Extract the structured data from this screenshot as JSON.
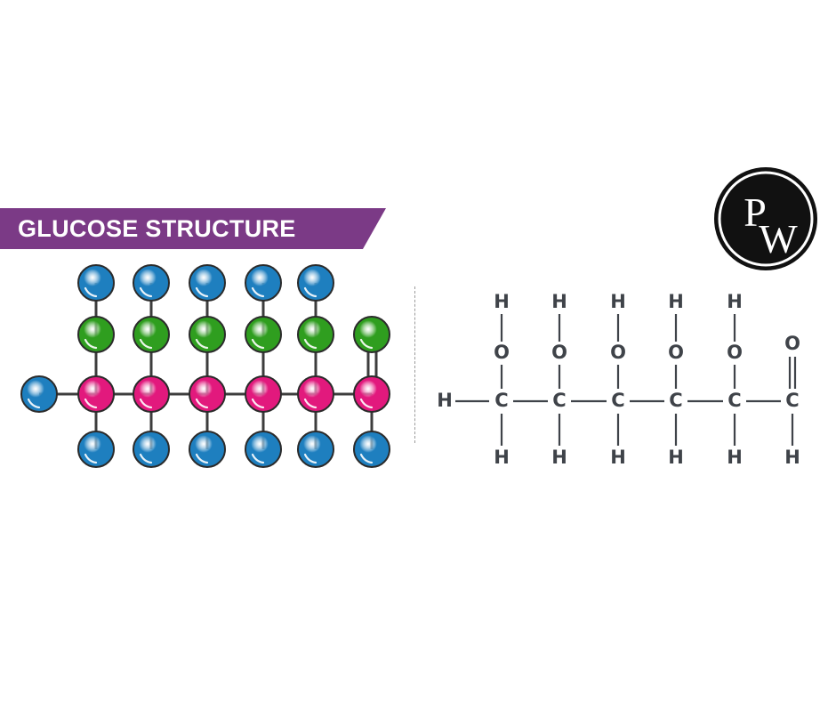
{
  "banner": {
    "title": "GLUCOSE STRUCTURE",
    "color": "#7b3a86"
  },
  "logo": {
    "top_letter": "P",
    "bottom_letter": "W"
  },
  "colors": {
    "carbon": "#e2197d",
    "oxygen": "#2f9e1f",
    "hydrogen": "#1e7fbf",
    "bond": "#3d3d3d",
    "formula_text": "#3f4349"
  },
  "ball_model": {
    "carbon_count": 6,
    "description_atoms": [
      "hydrogen",
      "oxygen",
      "carbon"
    ]
  },
  "formula": {
    "top_row": [
      "H",
      "H",
      "H",
      "H",
      "H"
    ],
    "oxygen_row": [
      "O",
      "O",
      "O",
      "O",
      "O"
    ],
    "aldehyde_oxygen": "O",
    "terminal_h": "H",
    "carbon_row": [
      "C",
      "C",
      "C",
      "C",
      "C",
      "C"
    ],
    "bottom_row": [
      "H",
      "H",
      "H",
      "H",
      "H",
      "H"
    ]
  }
}
